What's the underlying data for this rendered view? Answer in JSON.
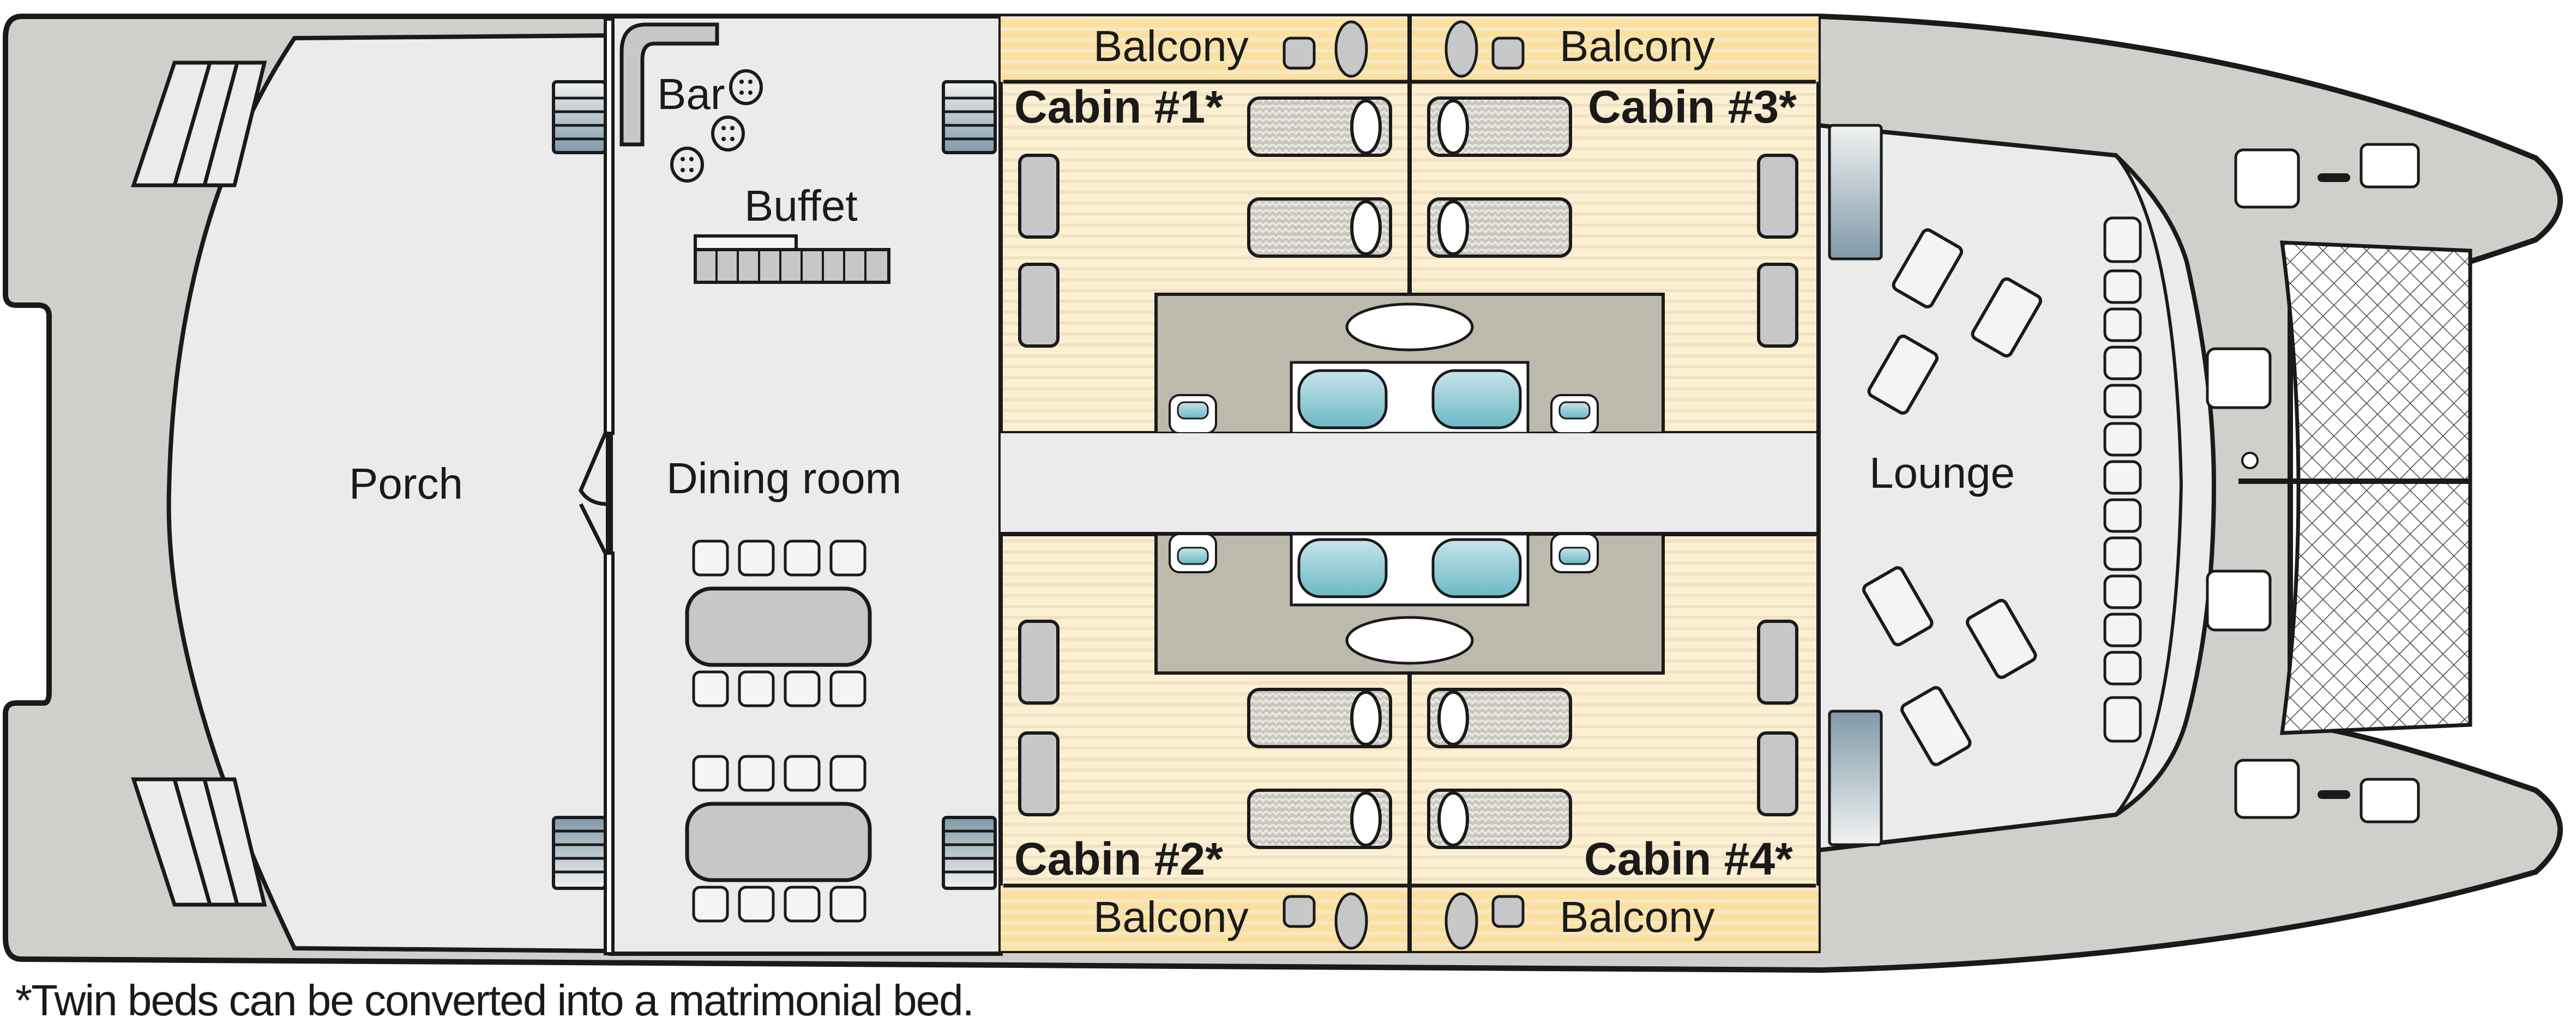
{
  "diagram": {
    "type": "deck plan",
    "colors": {
      "hull": "#cfd0cb",
      "deck_floor": "#ebebeb",
      "cabin_floor": "#fdf0d2",
      "balcony_floor": "#fbe2a6",
      "bathroom": "#bdb9ad",
      "furniture": "#c6c7c9",
      "stair_dark": "#7f9aa8",
      "sink_water": "#7ec3ce",
      "outline": "#1a1a1a"
    }
  },
  "rooms": {
    "porch": "Porch",
    "dining_room": "Dining room",
    "bar": "Bar",
    "buffet": "Buffet",
    "lounge": "Lounge"
  },
  "cabins": [
    {
      "label": "Cabin #1*",
      "balcony": "Balcony",
      "position": "port-aft"
    },
    {
      "label": "Cabin #3*",
      "balcony": "Balcony",
      "position": "port-fwd"
    },
    {
      "label": "Cabin #2*",
      "balcony": "Balcony",
      "position": "starboard-aft"
    },
    {
      "label": "Cabin #4*",
      "balcony": "Balcony",
      "position": "starboard-fwd"
    }
  ],
  "footnote": "*Twin beds can be converted into a matrimonial bed."
}
